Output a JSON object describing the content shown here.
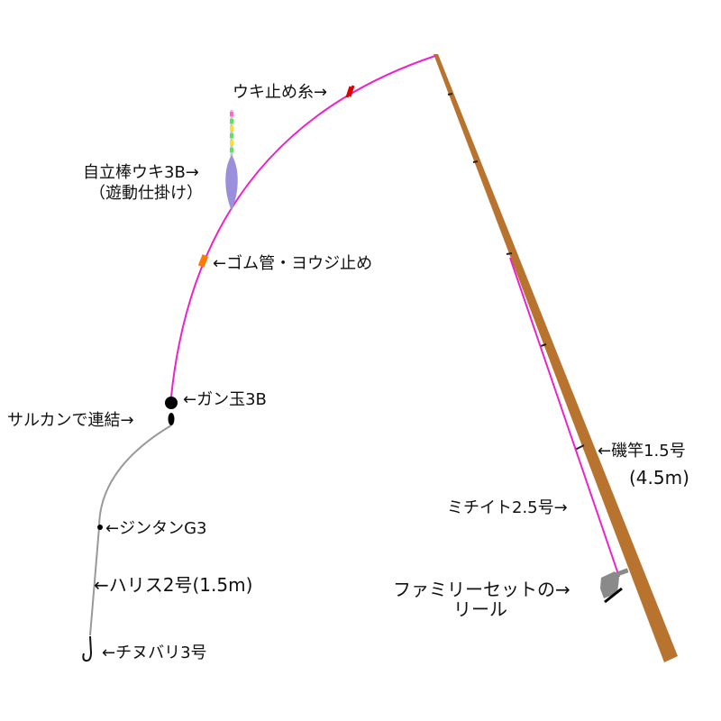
{
  "labels": {
    "uki_stopper": "ウキ止め糸→",
    "float_line1": "自立棒ウキ3B→",
    "float_line2": "（遊動仕掛け）",
    "rubber_stopper": "←ゴム管・ヨウジ止め",
    "sinker": "←ガン玉3B",
    "swivel": "サルカンで連結→",
    "split_shot": "←ジンタンG3",
    "leader": "←ハリス2号(1.5m)",
    "hook": "←チヌバリ3号",
    "rod_line1": "←磯竿1.5号",
    "rod_line2": "(4.5m)",
    "main_line": "ミチイト2.5号→",
    "reel_line1": "ファミリーセットの→",
    "reel_line2": "リール"
  },
  "colors": {
    "main_line": "#ee22cc",
    "leader_line": "#999999",
    "rod": "#b8732e",
    "float_body": "#9a8fdb",
    "rubber_tube": "#ff7a00",
    "stopper_knot": "#dd0000",
    "sinker": "#000000",
    "reel": "#8a8a8a"
  }
}
